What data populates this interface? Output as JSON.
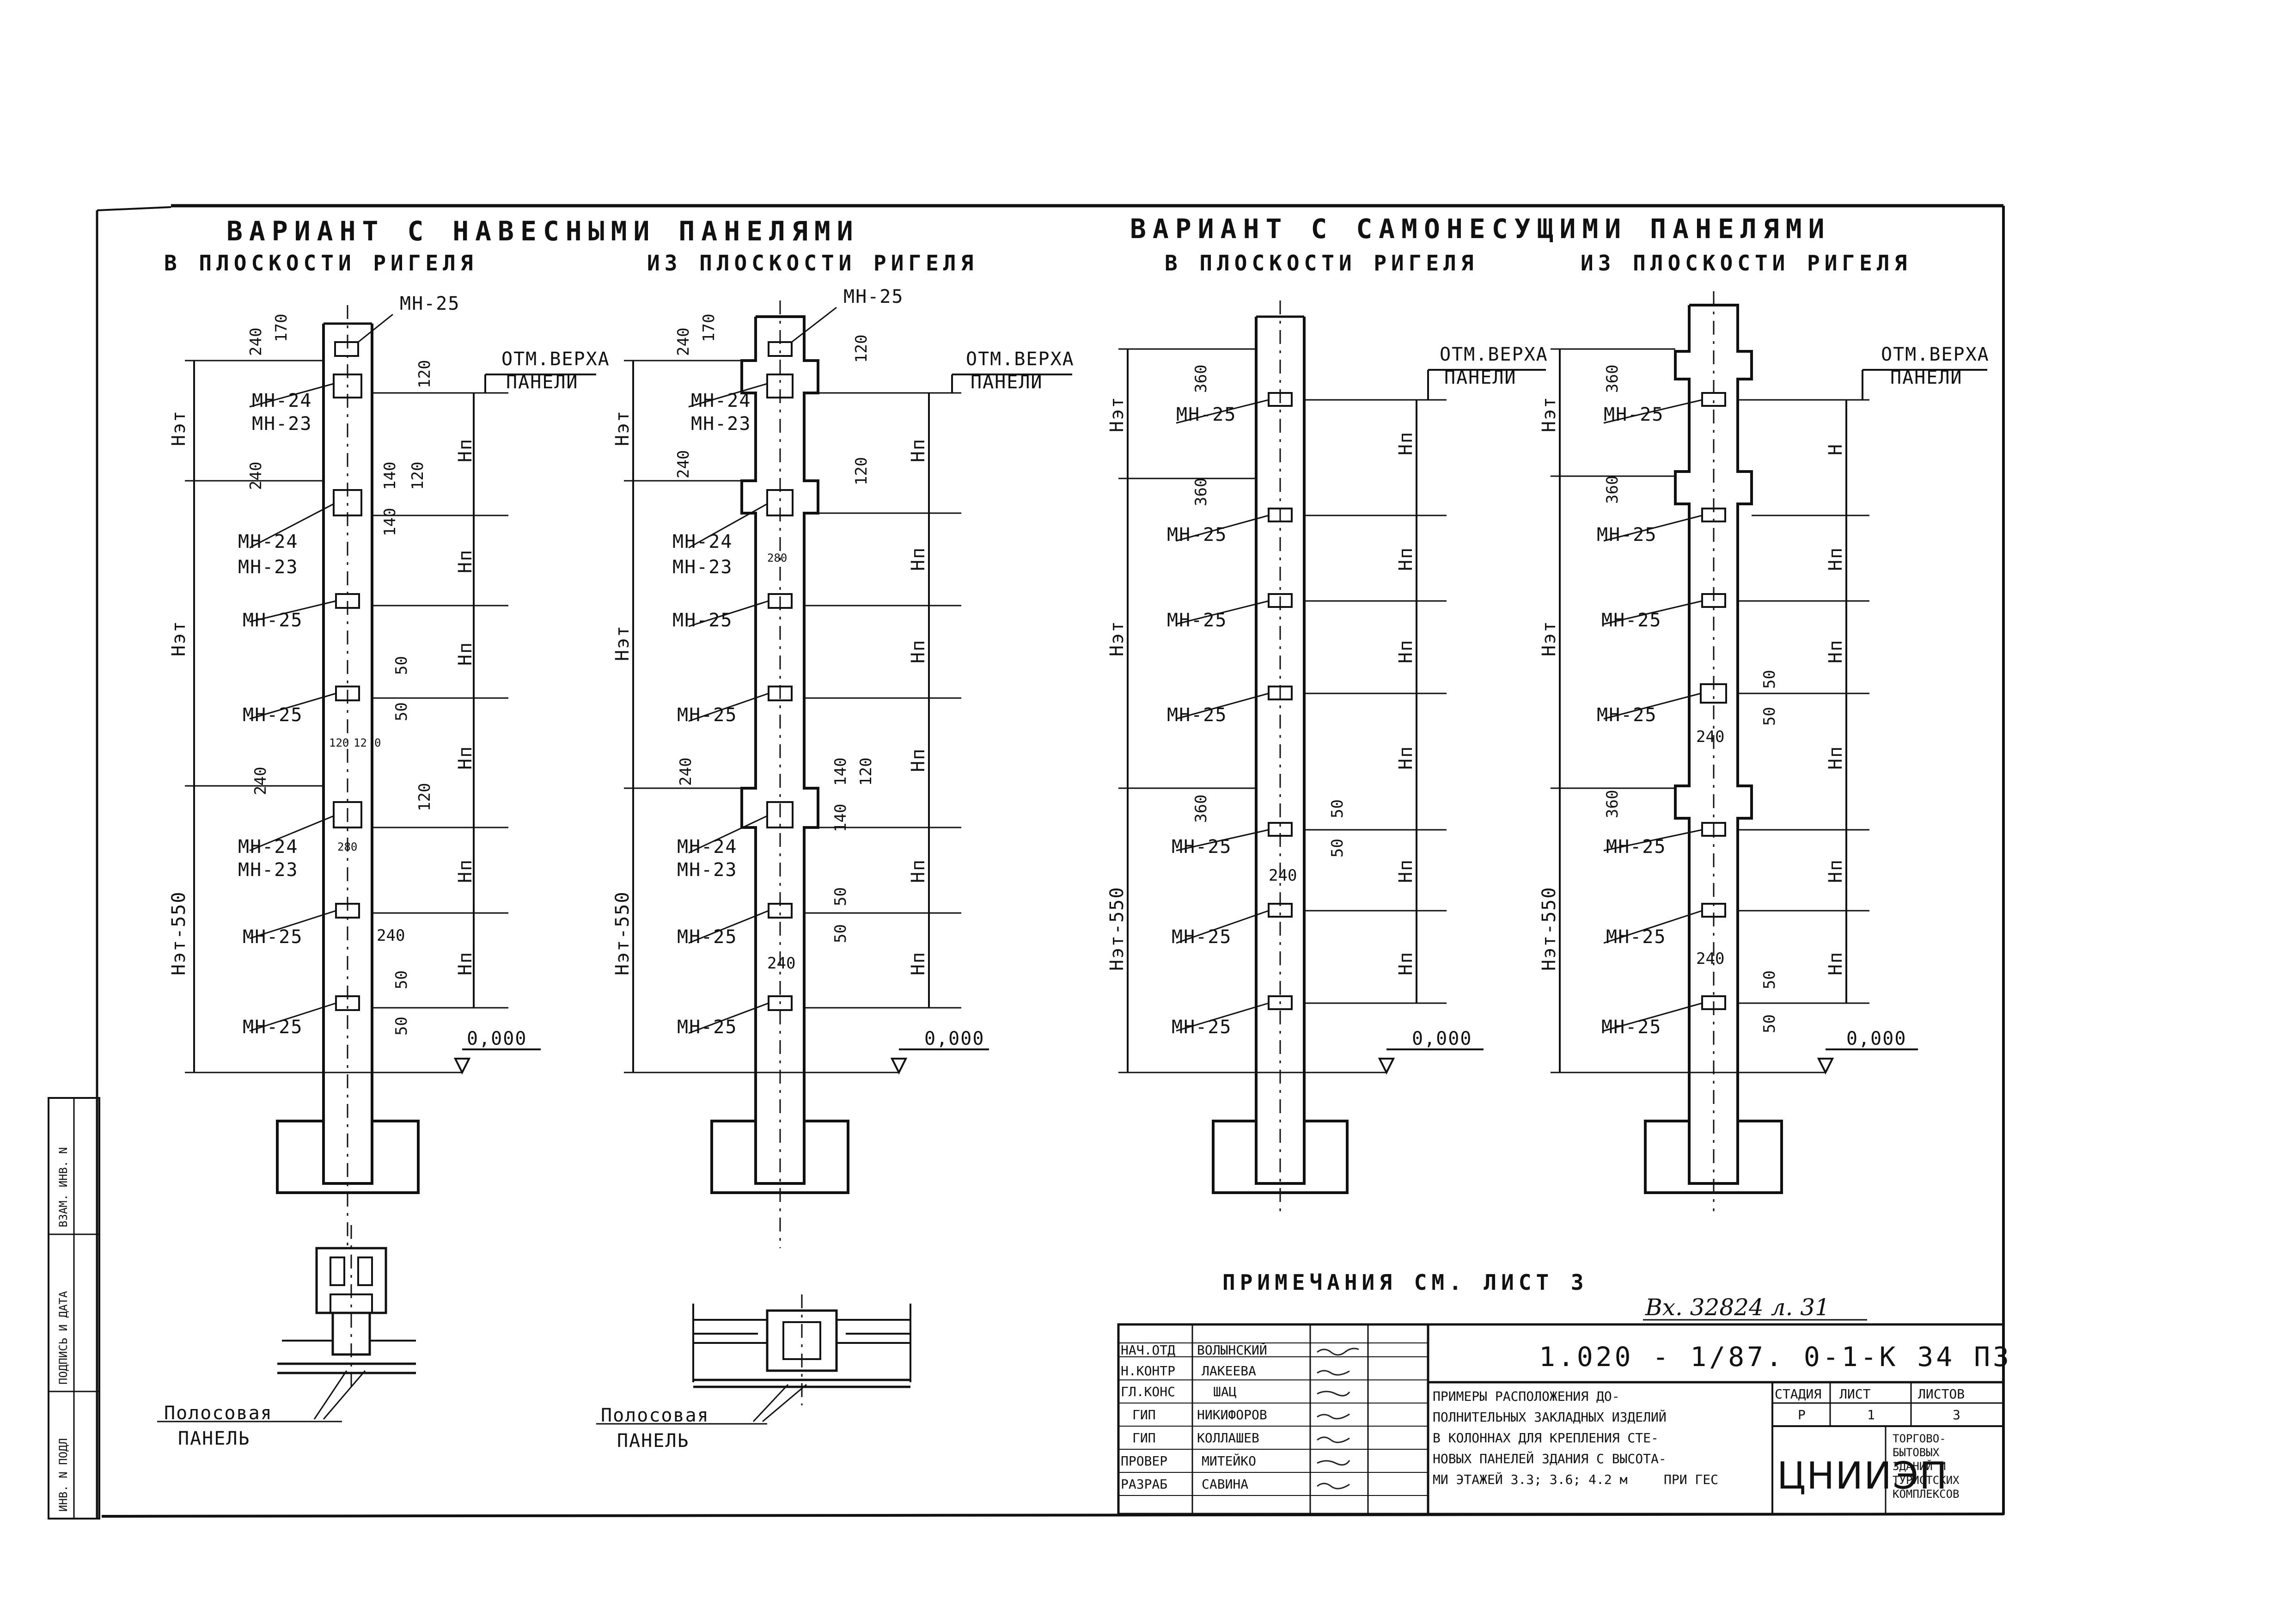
{
  "headings": {
    "variant_hanging": "ВАРИАНТ С НАВЕСНЫМИ ПАНЕЛЯМИ",
    "variant_selfbearing": "ВАРИАНТ С САМОНЕСУЩИМИ ПАНЕЛЯМИ",
    "in_plane": "В ПЛОСКОСТИ РИГЕЛЯ",
    "out_of_plane": "ИЗ ПЛОСКОСТИ РИГЕЛЯ"
  },
  "labels": {
    "mn25": "МН-25",
    "mn24": "МН-24",
    "mn23": "МН-23",
    "panel_top_1": "ОТМ.ВЕРХА",
    "panel_top_2": "ПАНЕЛИ",
    "zero": "0,000",
    "h_floor": "Нэт",
    "h_floor_550": "Нэт-550",
    "h_panel": "Нп",
    "h_panel_alt": "Н",
    "strip_panel_1": "Полосовая",
    "strip_panel_2": "ПАНЕЛЬ"
  },
  "dims": {
    "d240": "240",
    "d170": "170",
    "d120": "120",
    "d140": "140",
    "d50": "50",
    "d360": "360",
    "d280": "280",
    "d12": "12",
    "d0": "0"
  },
  "notes": {
    "see_sheet": "ПРИМЕЧАНИЯ СМ. ЛИСТ 3",
    "inbox": "Вх. 32824 л. 31"
  },
  "title_block": {
    "doc_code": "1.020 - 1/87. 0-1-К 34 ПЗ",
    "roles": [
      "НАЧ.ОТД",
      "Н.КОНТР",
      "ГЛ.КОНС",
      "ГИП",
      "ГИП",
      "ПРОВЕР",
      "РАЗРАБ"
    ],
    "names": [
      "ВОЛЫНСКИЙ",
      "ЛАКЕЕВА",
      "ШАЦ",
      "НИКИФОРОВ",
      "КОЛЛАШЕВ",
      "МИТЕЙКО",
      "САВИНА"
    ],
    "description": [
      "ПРИМЕРЫ РАСПОЛОЖЕНИЯ ДО-",
      "ПОЛНИТЕЛЬНЫХ ЗАКЛАДНЫХ ИЗДЕЛИЙ",
      "В КОЛОННАХ ДЛЯ КРЕПЛЕНИЯ СТЕ-",
      "НОВЫХ ПАНЕЛЕЙ ЗДАНИЯ С ВЫСОТА-",
      "МИ ЭТАЖЕЙ 3.3; 3.6; 4.2 м",
      "ПРИ ГЕС"
    ],
    "col_headers": [
      "СТАДИЯ",
      "ЛИСТ",
      "ЛИСТОВ"
    ],
    "col_values": [
      "Р",
      "1",
      "3"
    ],
    "org": "ЦНИИЭП",
    "org_sub": [
      "ТОРГОВО-",
      "БЫТОВЫХ",
      "ЗДАНИЙ И",
      "ТУРИСТСКИХ",
      "КОМПЛЕКСОВ"
    ]
  },
  "side_stamp": {
    "cells": [
      "ВЗАМ. ИНВ. N",
      "ПОДПИСЬ И ДАТА",
      "ИНВ. N ПОДЛ"
    ]
  }
}
